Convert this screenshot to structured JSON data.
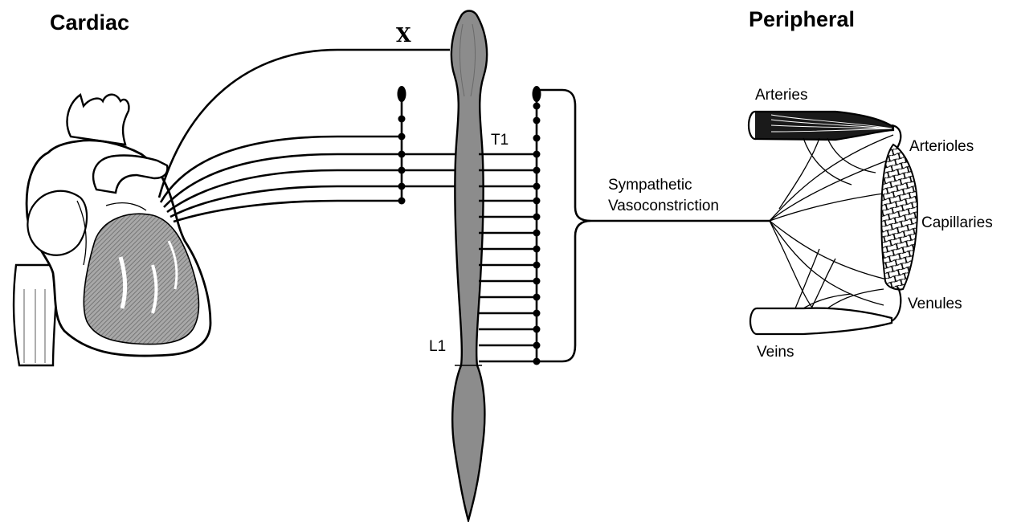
{
  "headings": {
    "left": "Cardiac",
    "right": "Peripheral"
  },
  "labels": {
    "vagus": "X",
    "t1": "T1",
    "l1": "L1",
    "sympathetic_line1": "Sympathetic",
    "sympathetic_line2": "Vasoconstriction",
    "arteries": "Arteries",
    "arterioles": "Arterioles",
    "capillaries": "Capillaries",
    "venules": "Venules",
    "veins": "Veins"
  },
  "colors": {
    "ink": "#000000",
    "cord_fill": "#8c8c8c",
    "heart_shade": "#9a9a9a",
    "background": "#ffffff"
  }
}
